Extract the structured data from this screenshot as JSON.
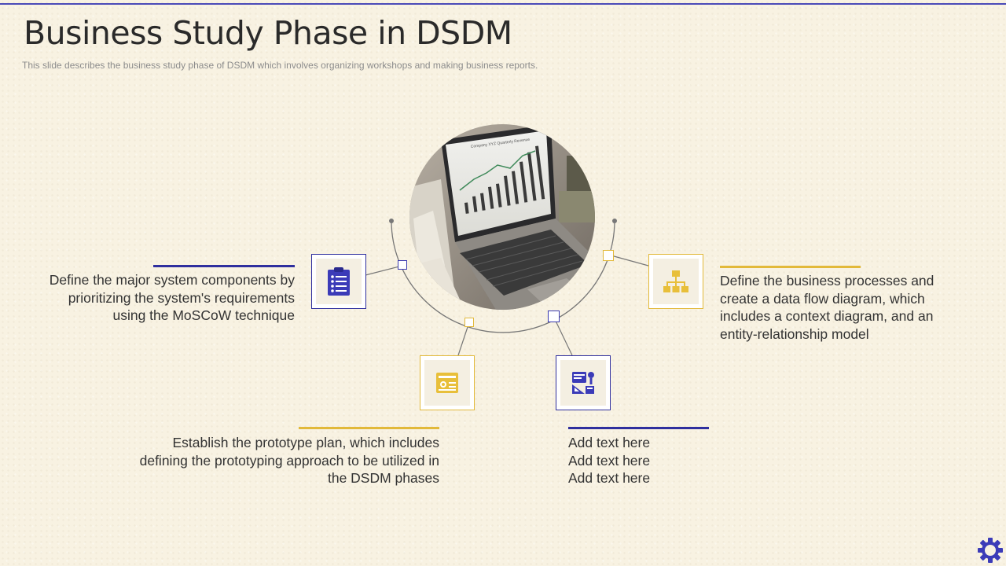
{
  "slide": {
    "title": "Business Study Phase in DSDM",
    "subtitle": "This slide describes the business study phase of DSDM which involves  organizing workshops and making business reports."
  },
  "photo": {
    "chart_caption": "Company XYZ Quarterly Revenue"
  },
  "items": [
    {
      "id": "left",
      "lines": [
        "Define the major system components by",
        "prioritizing the system's requirements",
        "using the MoSCoW technique"
      ],
      "icon": "checklist-icon",
      "accent": "#2f2f9e"
    },
    {
      "id": "bottom-left",
      "lines": [
        "Establish the prototype plan, which includes",
        "defining the prototyping approach to be utilized in",
        "the DSDM phases"
      ],
      "icon": "prototype-plan-icon",
      "accent": "#e2b93a"
    },
    {
      "id": "bottom-right",
      "lines": [
        "Add text here",
        "Add text here",
        "Add text here"
      ],
      "icon": "design-tools-icon",
      "accent": "#2f2f9e"
    },
    {
      "id": "right",
      "lines": [
        "Define the business processes and",
        "create a data flow diagram, which",
        "includes a context diagram, and an",
        "entity-relationship model"
      ],
      "icon": "org-chart-icon",
      "accent": "#e2b93a"
    }
  ],
  "colors": {
    "blue": "#2f2f9e",
    "gold": "#e2b93a",
    "background": "#f8f2e2"
  },
  "footer": {
    "icon": "gear-icon"
  }
}
